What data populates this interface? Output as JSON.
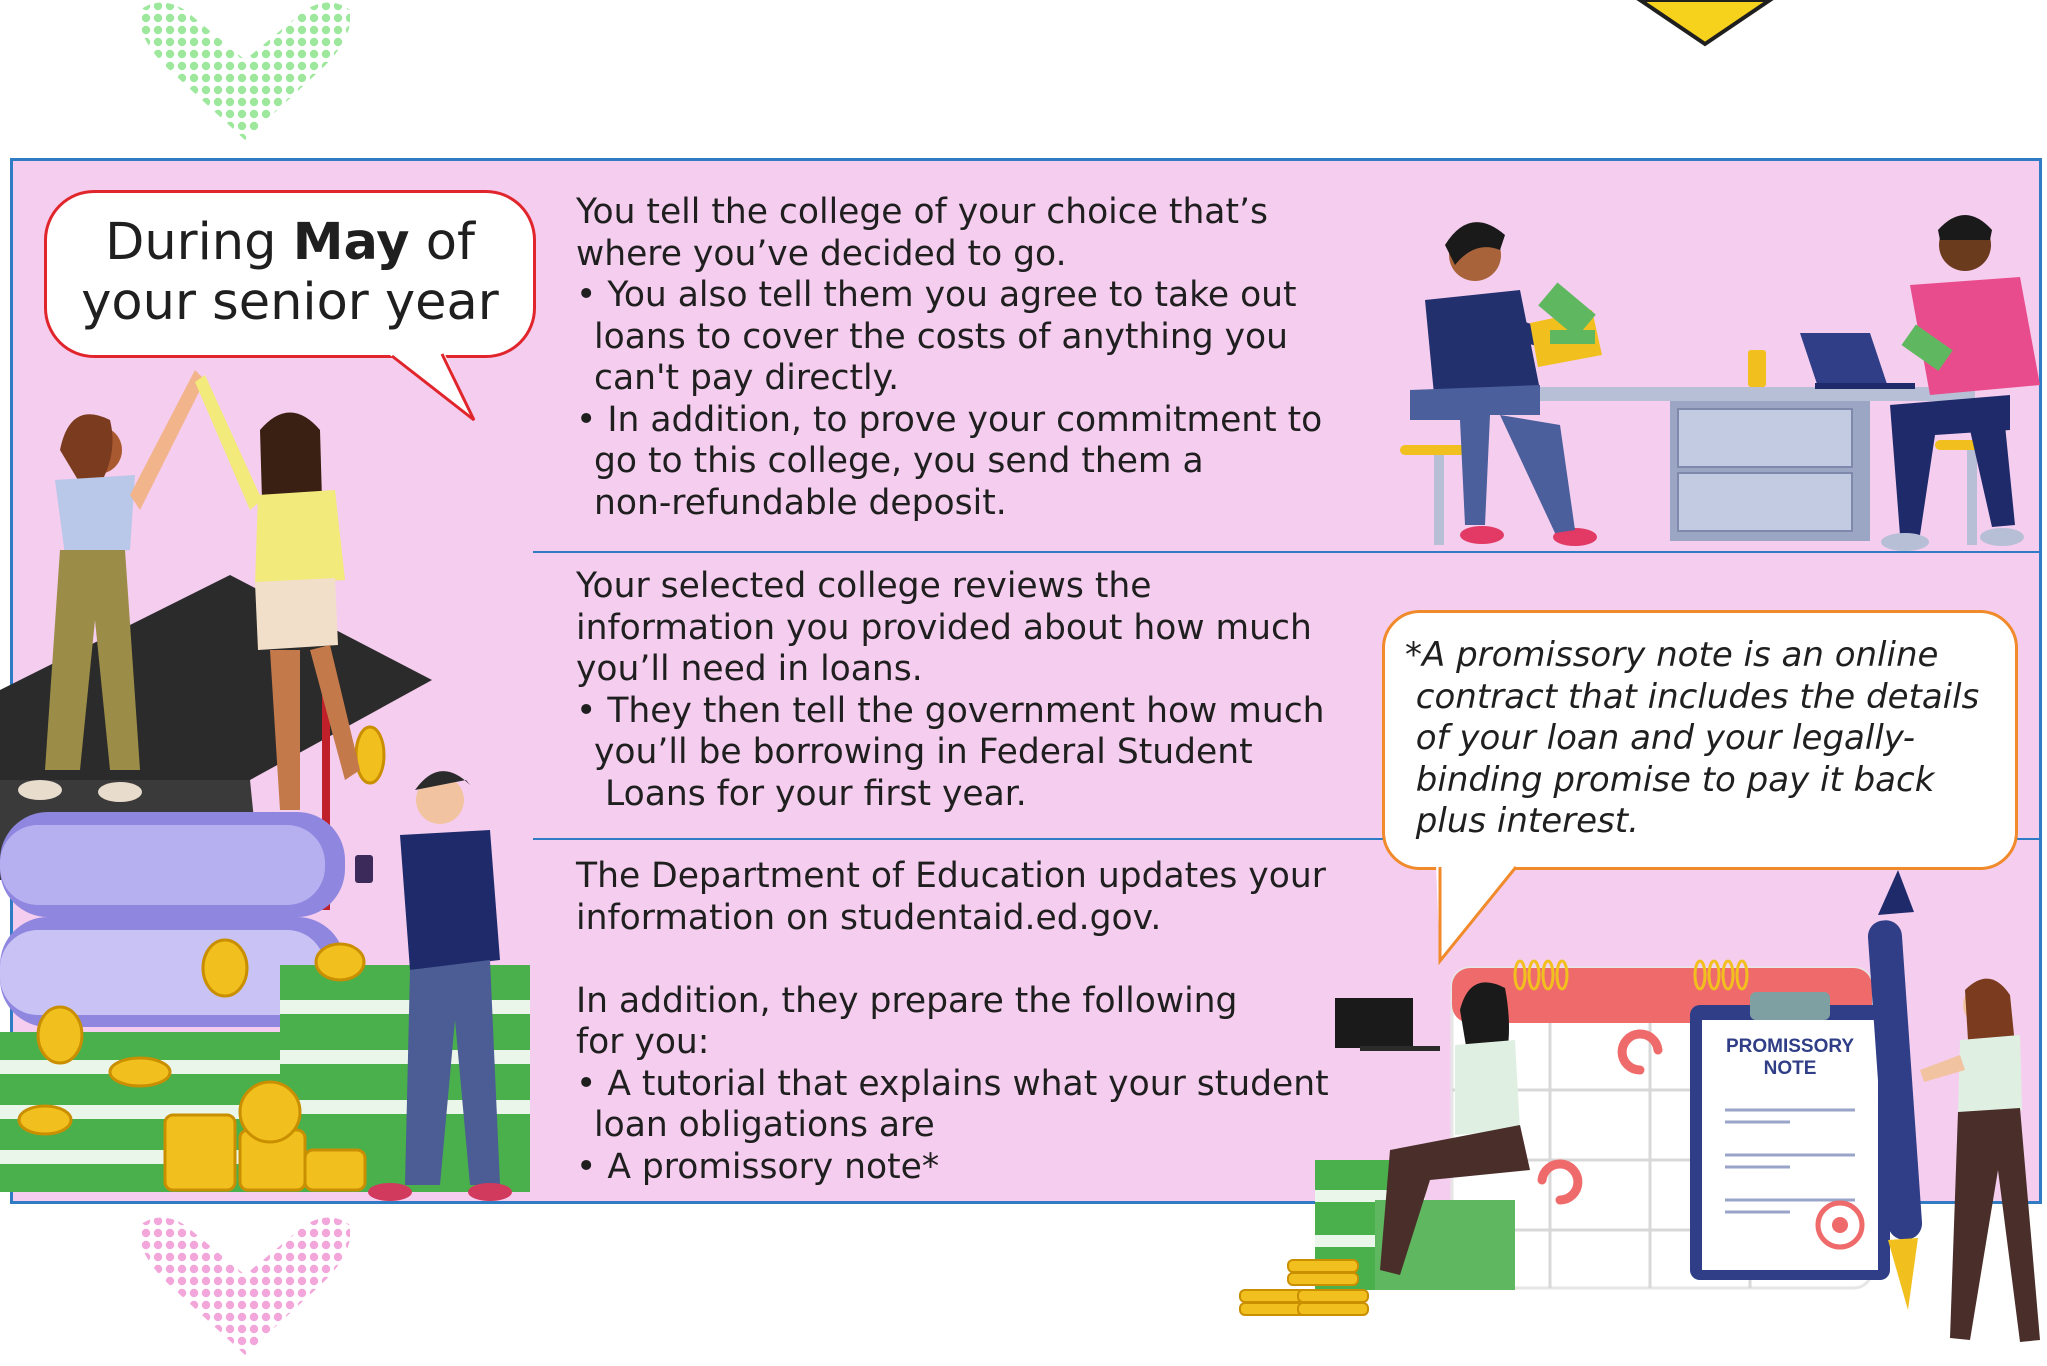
{
  "bubble_intro": {
    "pre": "During ",
    "bold": "May",
    "post": " of",
    "line2": "your senior year"
  },
  "steps": [
    {
      "lines": [
        "You tell the college of your choice that’s",
        "where you’ve decided to go."
      ],
      "bullets": [
        {
          "lines": [
            "You also tell them you agree to take out",
            "loans to cover the costs of anything you",
            "can't pay directly."
          ]
        },
        {
          "lines": [
            "In addition, to prove your commitment to",
            "go to this college, you send them a",
            "non-refundable deposit."
          ]
        }
      ]
    },
    {
      "lines": [
        "Your selected college reviews the",
        "information you provided about how much",
        "you’ll need in loans."
      ],
      "bullets": [
        {
          "lines": [
            "They then tell the government how much",
            "you’ll be borrowing in Federal Student",
            " Loans for your first year."
          ]
        }
      ]
    },
    {
      "lines": [
        "The Department of Education updates your",
        "information on studentaid.ed.gov."
      ],
      "lines2": [
        "In addition, they prepare the following",
        "for you:"
      ],
      "bullets": [
        {
          "lines": [
            "A tutorial that explains what your student",
            "loan obligations are"
          ]
        },
        {
          "lines": [
            "A promissory note*"
          ]
        }
      ]
    }
  ],
  "bullet_char": "•",
  "footnote_lines": [
    "*A promissory note is an online",
    " contract that includes the details",
    " of your loan and your legally-",
    " binding promise to pay it back",
    " plus interest."
  ],
  "illustration_promissory": {
    "line1": "PROMISSORY",
    "line2": "NOTE"
  },
  "colors": {
    "panel_bg": "#f5cdee",
    "panel_border": "#2f7cc4",
    "bubble_red": "#e0262c",
    "bubble_orange": "#f08a2a"
  }
}
